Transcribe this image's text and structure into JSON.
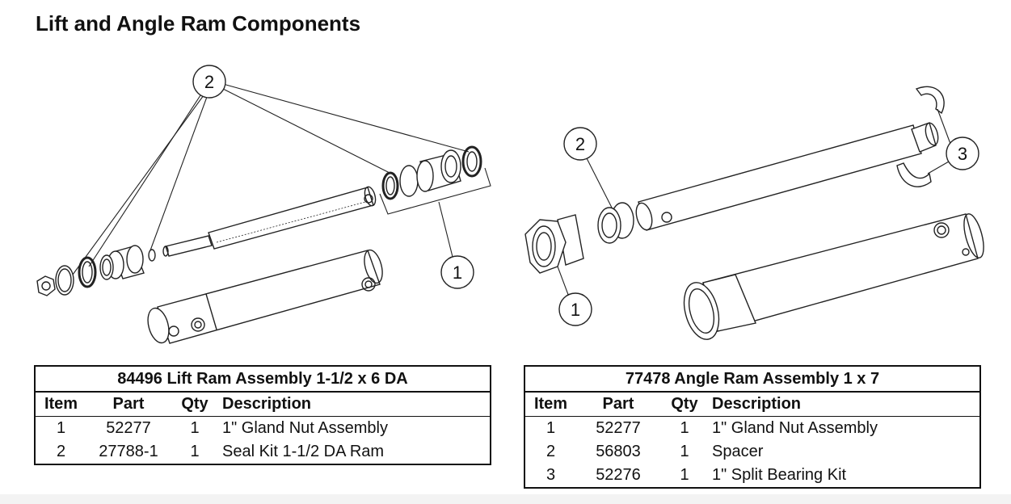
{
  "page_title": "Lift and Angle Ram Components",
  "callouts": {
    "lift_2": "2",
    "lift_1": "1",
    "angle_2": "2",
    "angle_3": "3",
    "angle_1": "1"
  },
  "lift_table": {
    "caption": "84496  Lift Ram Assembly 1-1/2 x 6 DA",
    "headers": [
      "Item",
      "Part",
      "Qty",
      "Description"
    ],
    "rows": [
      [
        "1",
        "52277",
        "1",
        "1\" Gland Nut Assembly"
      ],
      [
        "2",
        "27788-1",
        "1",
        "Seal Kit 1-1/2 DA Ram"
      ]
    ]
  },
  "angle_table": {
    "caption": "77478  Angle Ram Assembly 1 x 7",
    "headers": [
      "Item",
      "Part",
      "Qty",
      "Description"
    ],
    "rows": [
      [
        "1",
        "52277",
        "1",
        "1\" Gland Nut Assembly"
      ],
      [
        "2",
        "56803",
        "1",
        "Spacer"
      ],
      [
        "3",
        "52276",
        "1",
        "1\" Split Bearing Kit"
      ]
    ]
  }
}
